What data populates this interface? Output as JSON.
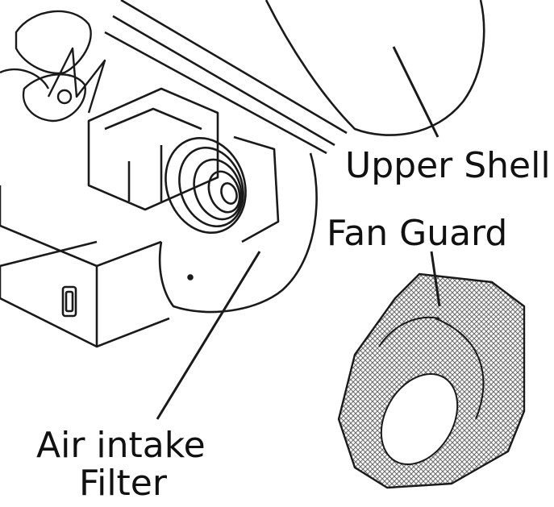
{
  "labels": {
    "upper_shell": "Upper Shell",
    "fan_guard": "Fan Guard",
    "air_intake_line1": "Air intake",
    "air_intake_line2": "Filter"
  },
  "colors": {
    "ink": "#1a1a1a",
    "paper": "#ffffff",
    "mesh": "#6e6e6e"
  }
}
